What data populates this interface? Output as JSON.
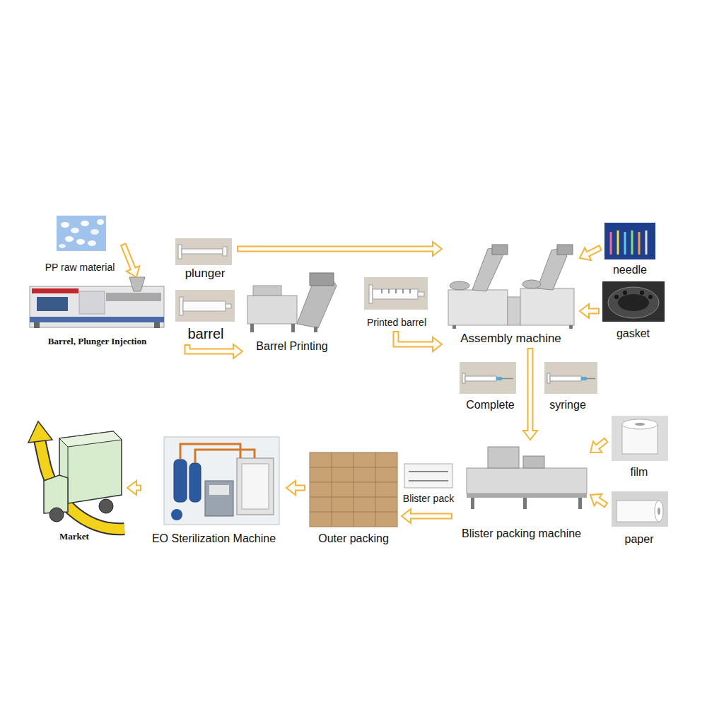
{
  "diagram": {
    "nodes": [
      {
        "text": [
          "PP raw material"
        ]
      },
      {
        "text": [
          "Barrel, Plunger Injection"
        ]
      },
      {
        "text": [
          "plunger"
        ]
      },
      {
        "text": [
          "barrel"
        ]
      },
      {
        "text": [
          "Barrel Printing"
        ]
      },
      {
        "text": [
          "Printed barrel"
        ]
      },
      {
        "text": [
          "Assembly machine"
        ]
      },
      {
        "text": [
          "needle"
        ]
      },
      {
        "text": [
          "gasket"
        ]
      },
      {
        "text": [
          "film"
        ]
      },
      {
        "text": [
          "paper"
        ]
      },
      {
        "text": [
          "Blister packing machine"
        ]
      },
      {
        "text": [
          "Outer packing"
        ]
      },
      {
        "text": [
          "EO Sterilization Machine"
        ]
      },
      {
        "text": [
          "Market"
        ]
      }
    ],
    "edges": [
      {
        "from": 0,
        "to": 1,
        "arrow": "to"
      },
      {
        "from": 3,
        "to": 4,
        "arrow": "to"
      },
      {
        "from": 2,
        "to": 6,
        "arrow": "to"
      },
      {
        "from": 5,
        "to": 6,
        "arrow": "to"
      },
      {
        "from": 7,
        "to": 6,
        "arrow": "to"
      },
      {
        "from": 8,
        "to": 6,
        "arrow": "to"
      },
      {
        "from": 6,
        "to": 11,
        "arrow": "to"
      },
      {
        "from": 9,
        "to": 11,
        "arrow": "to"
      },
      {
        "from": 10,
        "to": 11,
        "arrow": "to"
      },
      {
        "from": 11,
        "to": 12,
        "arrow": "to"
      },
      {
        "from": 12,
        "to": 13,
        "arrow": "to"
      },
      {
        "from": 13,
        "to": 14,
        "arrow": "to"
      }
    ],
    "labels": [
      "Complete",
      "syringe",
      "Blister pack"
    ]
  }
}
